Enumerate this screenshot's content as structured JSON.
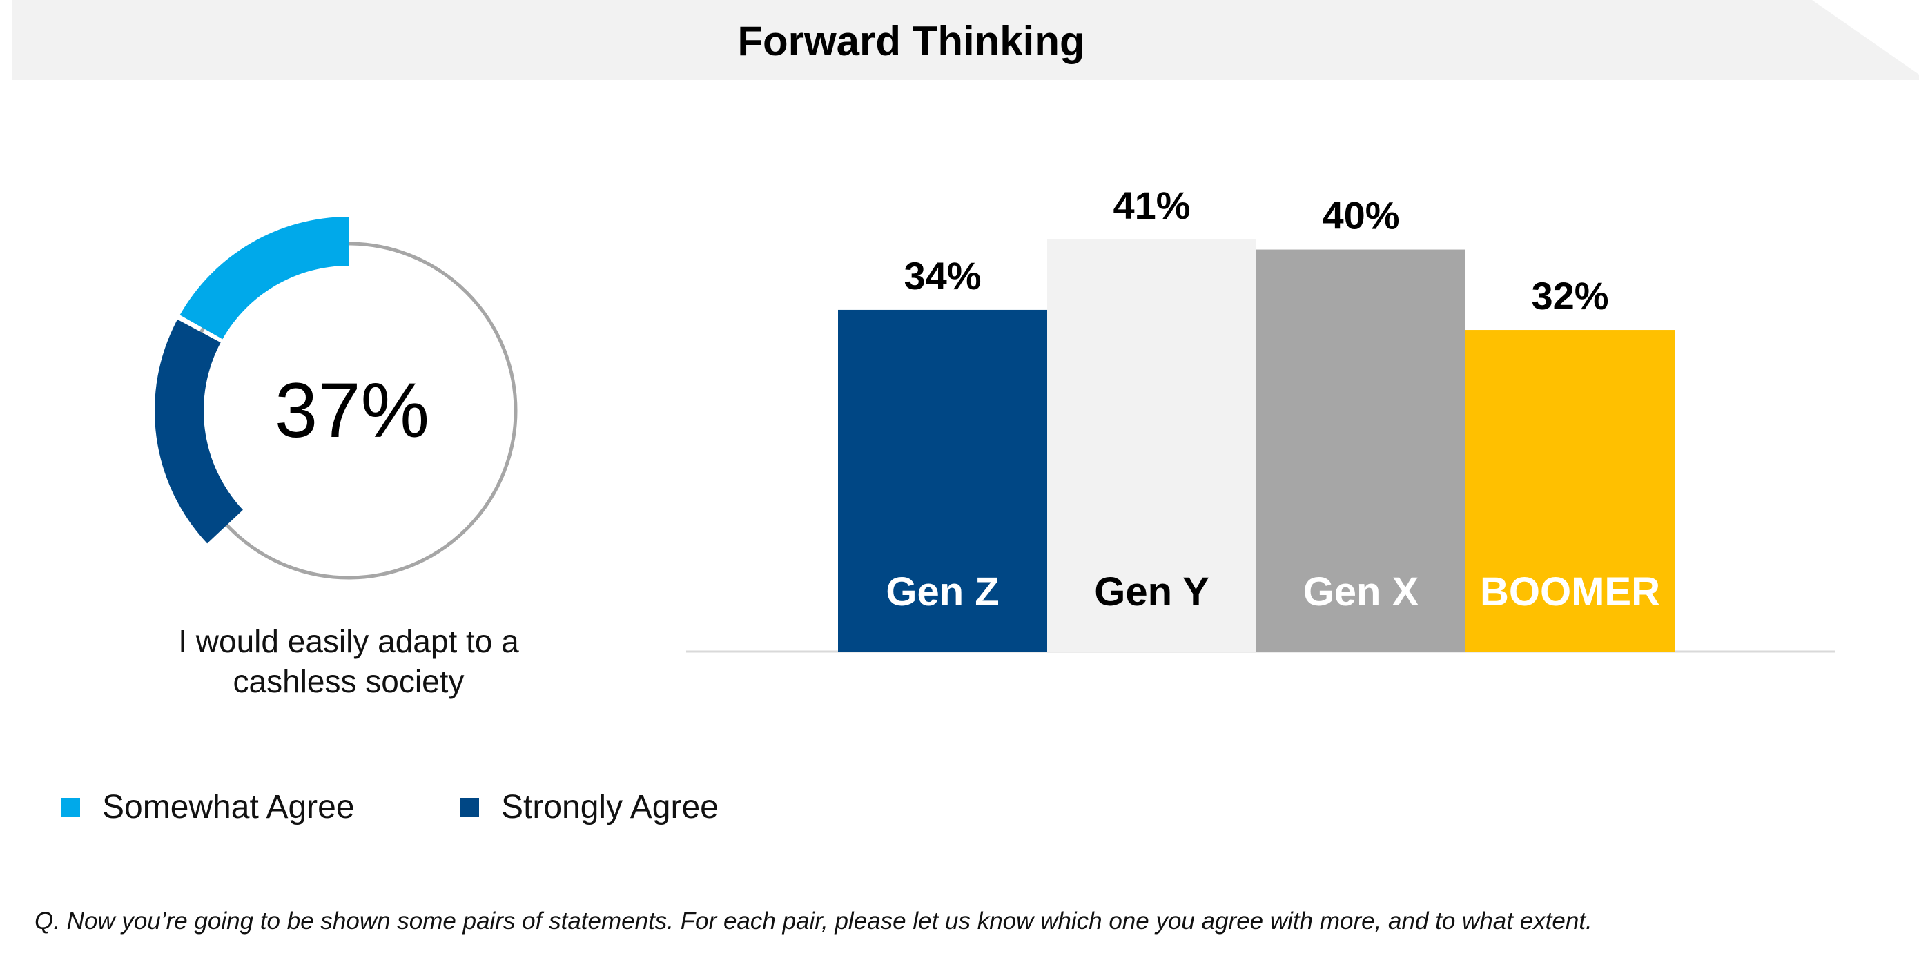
{
  "header": {
    "title": "Forward Thinking"
  },
  "donut": {
    "value_label": "37%",
    "caption_line1": "I would easily adapt to a",
    "caption_line2": "cashless society",
    "segments": [
      {
        "name": "Somewhat Agree",
        "value": 17,
        "color": "#00A9EA"
      },
      {
        "name": "Strongly Agree",
        "value": 20,
        "color": "#004785"
      }
    ],
    "track_color": "#A6A6A6"
  },
  "legend": {
    "items": [
      {
        "label": "Somewhat Agree",
        "color": "#00A9EA"
      },
      {
        "label": "Strongly Agree",
        "color": "#004785"
      }
    ]
  },
  "chart_data": {
    "type": "bar",
    "categories": [
      "Gen Z",
      "Gen Y",
      "Gen X",
      "BOOMER"
    ],
    "values": [
      34,
      41,
      40,
      32
    ],
    "value_labels": [
      "34%",
      "41%",
      "40%",
      "32%"
    ],
    "colors": [
      "#004785",
      "#F2F2F2",
      "#A6A6A6",
      "#FFC000"
    ],
    "category_label_colors": [
      "#FFFFFF",
      "#000000",
      "#FFFFFF",
      "#FFFFFF"
    ],
    "ylim": [
      0,
      41
    ],
    "grid": false,
    "legend": "none",
    "title": "",
    "xlabel": "",
    "ylabel": ""
  },
  "footnote": "Q. Now you’re going to be shown some pairs of statements. For each pair, please let us know which one you agree with more, and to what extent."
}
